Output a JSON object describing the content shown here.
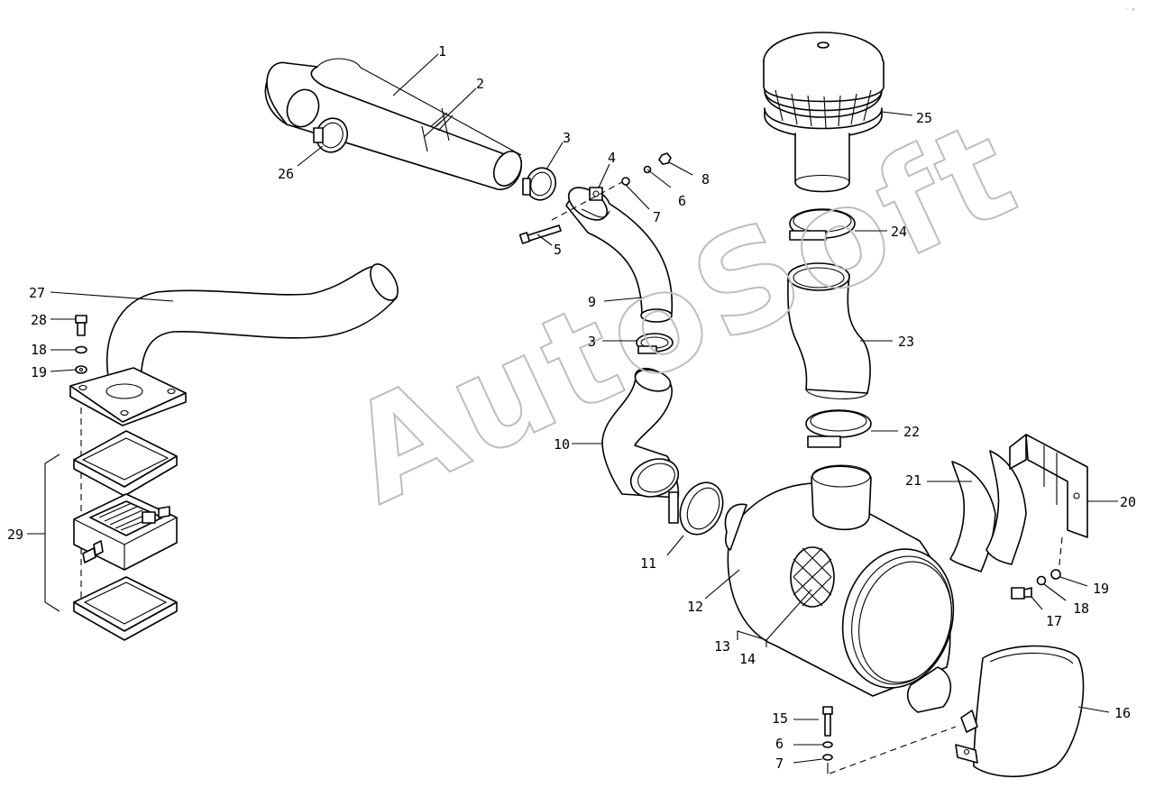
{
  "watermark": "AutoSoft",
  "corner_mark": "☞ ✉",
  "callouts": {
    "c1": "1",
    "c2": "2",
    "c3a": "3",
    "c3b": "3",
    "c4": "4",
    "c5": "5",
    "c6a": "6",
    "c6b": "6",
    "c7a": "7",
    "c7b": "7",
    "c8": "8",
    "c9": "9",
    "c10": "10",
    "c11": "11",
    "c12": "12",
    "c13": "13",
    "c14": "14",
    "c15": "15",
    "c16": "16",
    "c17": "17",
    "c18a": "18",
    "c18b": "18",
    "c19a": "19",
    "c19b": "19",
    "c20": "20",
    "c21": "21",
    "c22": "22",
    "c23": "23",
    "c24": "24",
    "c25": "25",
    "c26": "26",
    "c27": "27",
    "c28": "28",
    "c29": "29"
  }
}
